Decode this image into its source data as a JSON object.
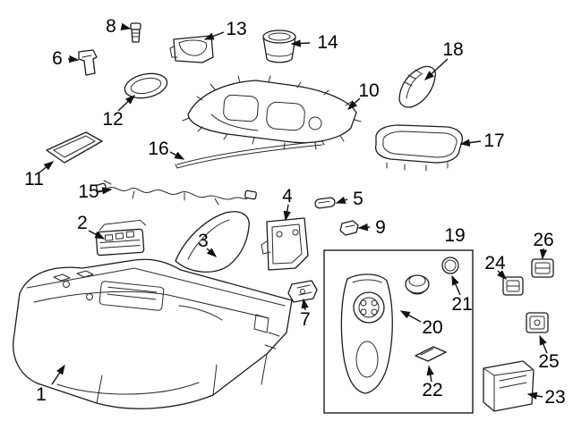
{
  "diagram": {
    "title": "center-console-exploded-parts-diagram",
    "background_color": "#ffffff",
    "line_color": "#1c1c1c"
  },
  "callouts": {
    "c1": "1",
    "c2": "2",
    "c3": "3",
    "c4": "4",
    "c5": "5",
    "c6": "6",
    "c7": "7",
    "c8": "8",
    "c9": "9",
    "c10": "10",
    "c11": "11",
    "c12": "12",
    "c13": "13",
    "c14": "14",
    "c15": "15",
    "c16": "16",
    "c17": "17",
    "c18": "18",
    "c19": "19",
    "c20": "20",
    "c21": "21",
    "c22": "22",
    "c23": "23",
    "c24": "24",
    "c25": "25",
    "c26": "26"
  }
}
